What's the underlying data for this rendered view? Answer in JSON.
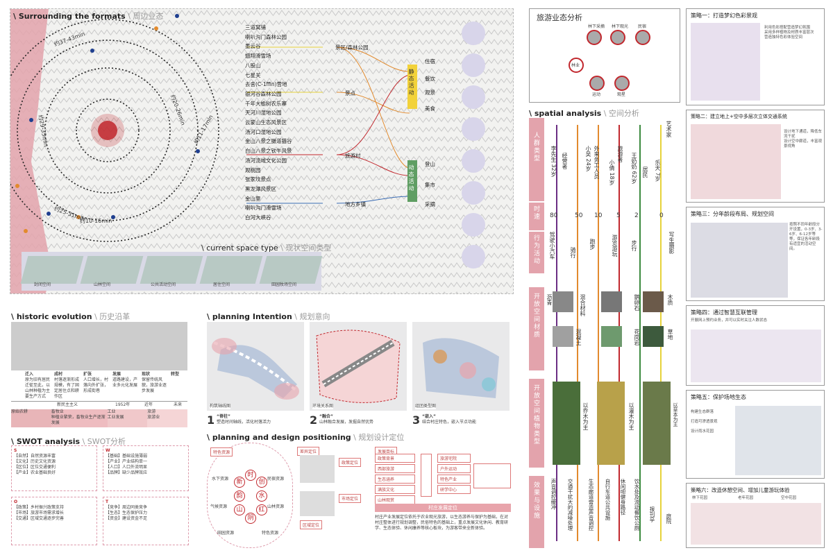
{
  "surrounding": {
    "title": "\\ Surrounding the formats",
    "title_cn": "\\ 周边业态",
    "ring_labels": [
      "约37-43min",
      "约29-35min",
      "约20-26min",
      "约11-17min",
      "约25-31min",
      "约10-16min"
    ],
    "list": [
      "三道窝铺",
      "喇叭沟门森林公园",
      "墨云谷",
      "翅翔滑雪场",
      "八股山",
      "七星关",
      "去舍(C-1ffin)营地",
      "银河谷森林公园",
      "千年大榆树农乐寨",
      "天河川湿地公园",
      "云蒙山生态风景区",
      "汤河口湿地公园",
      "金山八景之摄道猫谷",
      "白山八景之钦牛风景",
      "汤河流域文化公园",
      "观桃园",
      "张家坟景点",
      "黑龙潭风景区",
      "金山里",
      "喇叭沟门滑雪场",
      "白河大峡谷"
    ],
    "mid_nodes": [
      "景区/森林公园",
      "景点",
      "旅游村",
      "地方乡镇"
    ],
    "right_nodes": [
      "住宿",
      "餐饮",
      "观景",
      "美食",
      "登山",
      "集市",
      "采摘"
    ],
    "static_label": "静态活动",
    "dynamic_label": "动态活动"
  },
  "current_space": {
    "title": "\\ current space type",
    "title_cn": "\\ 现状空间类型",
    "items": [
      "封闭空间",
      "山林空间",
      "公共活动空间",
      "居住空间",
      "田园牧场空间"
    ]
  },
  "historic": {
    "title": "\\ historic evolution",
    "title_cn": "\\ 历史沿革",
    "stages": [
      {
        "name": "迁入",
        "text": "原为旧有居民迁徙至此，以山林种植为主要生产方式"
      },
      {
        "name": "成村",
        "text": "村落逐渐形成规模，有了固定居住点和耕作区"
      },
      {
        "name": "扩张",
        "text": "人口增长，村落向外扩张，形成街巷"
      },
      {
        "name": "发展",
        "text": "道路建设，产业多元化发展"
      },
      {
        "name": "现状",
        "text": "保留传统风貌，旅游业逐步发展"
      },
      {
        "name": "转型",
        "text": ""
      }
    ],
    "timeline": [
      "",
      "新民主主义",
      "1952年",
      "近年",
      "未来"
    ],
    "bar": [
      {
        "label": "原始农耕",
        "sub": "",
        "color": "#e8b5b8"
      },
      {
        "label": "畜牧业",
        "sub": "种植业繁荣，畜牧业生产逐渐发展",
        "color": "#eebcc0"
      },
      {
        "label": "工业",
        "sub": "工业发展",
        "color": "#f0c8ca"
      },
      {
        "label": "旅游",
        "sub": "旅游业",
        "color": "#f5d5d6"
      }
    ]
  },
  "swot": {
    "title": "\\ SWOT analysis",
    "title_cn": "\\ SWOT分析",
    "S": [
      "【自然】自然资源丰富",
      "【文化】历史文化资源",
      "【区位】区位交通便利",
      "【产业】农业基础良好"
    ],
    "W": [
      "【基础】基础设施薄弱",
      "【产业】产业结构单一",
      "【人口】人口外流明显",
      "【品牌】缺少品牌效应"
    ],
    "O": [
      "【政策】乡村振兴政策支持",
      "【市场】旅游市场需求增长",
      "【交通】区域交通逐步完善"
    ],
    "T": [
      "【竞争】周边同类竞争",
      "【生态】生态保护压力",
      "【资金】建设资金不足"
    ]
  },
  "planning": {
    "title": "\\ planning Intention",
    "title_cn": "\\ 规划意向",
    "items": [
      {
        "num": "1",
        "title": "“脊柱”",
        "sub": "塑造时间轴线，活化村落活力",
        "cap": "构筑轴线图"
      },
      {
        "num": "2",
        "title": "“融合”",
        "sub": "山林融合发展，发掘自然优势",
        "cap": "环境关系图"
      },
      {
        "num": "3",
        "title": "“嵌入”",
        "sub": "结合村庄特色，嵌入节点功能",
        "cap": "组团类型图"
      }
    ]
  },
  "positioning": {
    "title": "\\ planning and design positioning",
    "title_cn": "\\ 规划设计定位",
    "hex_title": "特色资源",
    "chars": [
      "时",
      "创",
      "水",
      "红",
      "阴",
      "山",
      "韵",
      "新"
    ],
    "res": [
      "水下资源",
      "民宿资源",
      "气候资源",
      "山林资源",
      "田园资源",
      "特色资源"
    ],
    "diff_title": "差异定位",
    "policy": "政策定位",
    "market": "市场定位",
    "region": "区域定位",
    "dev_title": "发展目标",
    "dev": [
      "政策背景",
      "西部旅游",
      "生态涵养",
      "满族文化",
      "山林观赏"
    ],
    "right_box": [
      "旅游宅院",
      "户外运动",
      "特色产业",
      "研学中心"
    ],
    "goal": "村庄发展定位",
    "goal_text": "村庄产业发展定位依托于农业观光旅游，以生态游养与保护为基础，在对村庄整体进行规划调整，民俗特色的基础上，重点发展文化休闲、教育研学、生态体验、休闲康养等核心板块，为游客带来全新体验。"
  },
  "tourism": {
    "title": "旅游业态分析",
    "nodes": [
      "林下采摘",
      "林下观光",
      "民宿",
      "林业",
      "运动",
      "观星"
    ]
  },
  "spatial": {
    "title": "\\ spatial analysis",
    "title_cn": "\\ 空间分析",
    "row_labels": [
      "人群类型",
      "时速",
      "行为活动"
    ],
    "people": [
      {
        "n": "李先生",
        "a": "32岁",
        "r": "经营者"
      },
      {
        "n": "小吴",
        "a": "24岁",
        "r": "外来务工人员"
      },
      {
        "n": "小倩",
        "a": "18岁",
        "r": "旅游者"
      },
      {
        "n": "王奶奶",
        "a": "62岁",
        "r": "居民"
      },
      {
        "n": "乐天",
        "a": "7岁",
        "r": "艺术家"
      }
    ],
    "speeds": [
      "80",
      "50",
      "10",
      "5",
      "2",
      "0"
    ],
    "acts": [
      "驾驶小汽车",
      "骑行",
      "跑步",
      "游览游玩",
      "步行",
      "写生摄影"
    ],
    "mat_label": "开放空间材质",
    "mats": [
      "沥青",
      "混合材料",
      "鹅卵石",
      "木质",
      "混凝土",
      "花岗岩",
      "草地"
    ],
    "plant_label": "开放空间植物类型",
    "plants": [
      "以乔木为主",
      "以灌木为主",
      "以草本为主"
    ],
    "eff_label": "效果与设施",
    "effs": [
      "声音调控缓冲",
      "交通干扰大的减噪处理",
      "生态廊道营造声音调控",
      "自行车道公共设施",
      "休闲吧健身路径",
      "饮水处及流动餐饮公厕",
      "报刊亭",
      "庭院"
    ]
  },
  "strategies": [
    {
      "title": "策略一：打造梦幻色彩景观",
      "bul": [
        "利用色彩搭配营造梦幻氛围",
        "采用多样植物及材质丰富层次",
        "营造独特色彩体验空间"
      ]
    },
    {
      "title": "策略二：建立地上+空中多层次立体交通系统",
      "bul": [
        "设计地下通道，降低车流干扰",
        "设计空中廊道，丰富观景视角"
      ]
    },
    {
      "title": "策略三：分年龄段布局、规划空间",
      "bul": [
        "按照不同年龄段分开设置，0-3岁、3-6岁、6-12岁等等，保证各年龄段有适宜的活动空间。"
      ]
    },
    {
      "title": "策略四：通过智慧互联管理",
      "bul": [
        "开展网上预约业务，并可以实时关注人数状态"
      ]
    },
    {
      "title": "策略五：保护场地生态",
      "bul": [
        "构建生态群落",
        "打造可渗透景观",
        "设计雨水花园"
      ]
    },
    {
      "title": "策略六：改造休憩空间、增加儿童游玩体验",
      "tags": [
        "林下花园",
        "老年花园",
        "空中花园"
      ]
    }
  ],
  "colors": {
    "pink": "#e3a3ac",
    "red": "#c1272d",
    "green": "#3b8a3e",
    "orange": "#e28a2d",
    "yellow": "#e6d23a",
    "purple": "#6b2d83"
  }
}
